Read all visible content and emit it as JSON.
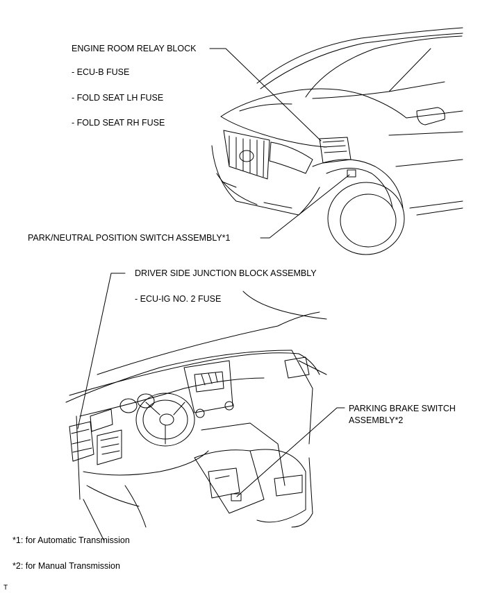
{
  "engine_room": {
    "title": "ENGINE ROOM RELAY BLOCK",
    "fuses": [
      "- ECU-B FUSE",
      "- FOLD SEAT LH FUSE",
      "- FOLD SEAT RH FUSE"
    ]
  },
  "park_neutral": {
    "label": "PARK/NEUTRAL POSITION SWITCH ASSEMBLY*1"
  },
  "driver_jb": {
    "title": "DRIVER SIDE JUNCTION BLOCK ASSEMBLY",
    "fuses": [
      "- ECU-IG NO. 2 FUSE"
    ]
  },
  "parking_brake": {
    "line1": "PARKING BRAKE SWITCH",
    "line2": "ASSEMBLY*2"
  },
  "notes": [
    "*1: for Automatic Transmission",
    "*2: for Manual Transmission"
  ],
  "corner_mark": "T"
}
